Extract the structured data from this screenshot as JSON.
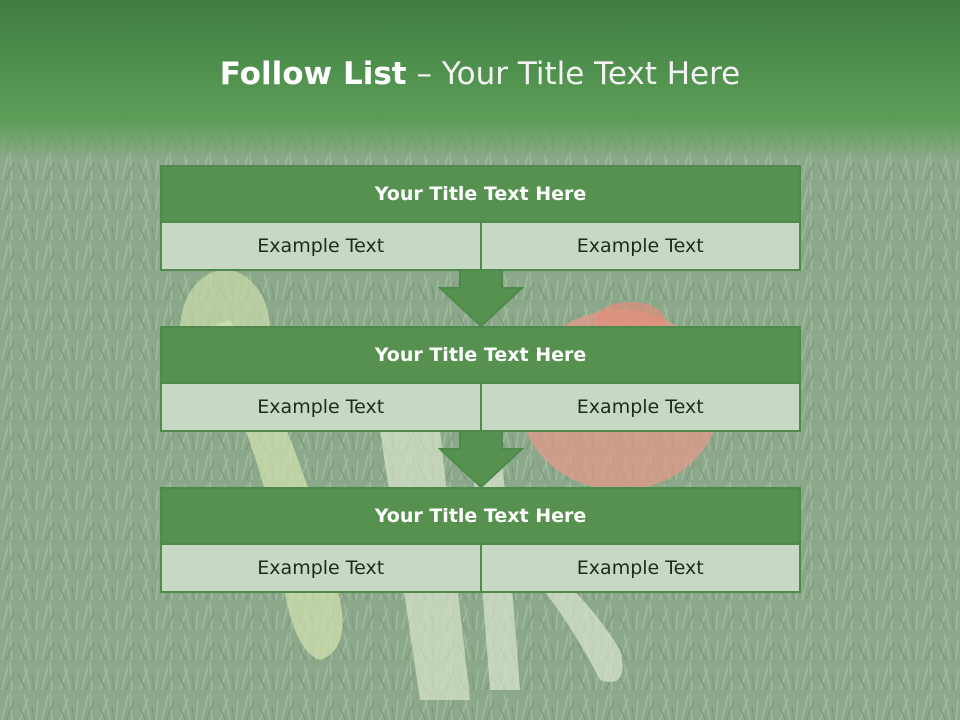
{
  "slide": {
    "title_bold": "Follow List",
    "title_rest": " – Your Title Text Here"
  },
  "blocks": [
    {
      "title": "Your Title Text Here",
      "left": "Example Text",
      "right": "Example Text"
    },
    {
      "title": "Your Title Text Here",
      "left": "Example Text",
      "right": "Example Text"
    },
    {
      "title": "Your Title Text Here",
      "left": "Example Text",
      "right": "Example Text"
    }
  ],
  "colors": {
    "header_green": "#4e8e4c",
    "block_header": "#56914f",
    "cell_fill": "#c7d8c4",
    "arrow_fill": "#56914f"
  },
  "icons": [
    "down-arrow-icon"
  ]
}
